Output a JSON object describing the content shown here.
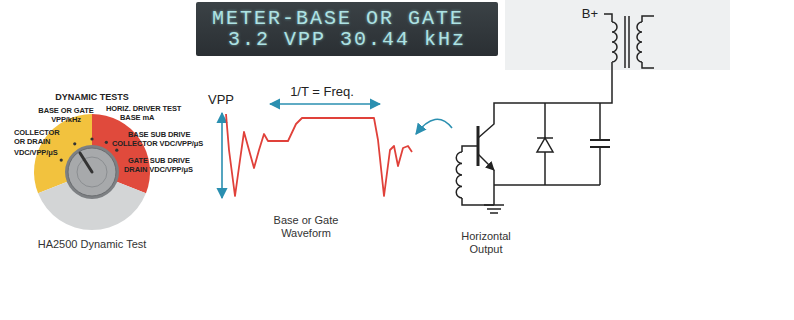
{
  "diagram": {
    "nodes": [
      {
        "text": [
          "METER-BASE OR GATE",
          "3.2 VPP 30.44 kHz"
        ]
      }
    ],
    "labels": [
      "DYNAMIC TESTS",
      "BASE OR GATE",
      "VPP/kHz",
      "COLLECTOR OR DRAIN",
      "VDC/VPP/μS",
      "HORIZ. DRIVER TEST",
      "BASE mA",
      "BASE SUB DRIVE",
      "COLLECTOR VDC/VPP/μS",
      "GATE SUB DRIVE",
      "DRAIN VDC/VPP/μS",
      "HA2500 Dynamic Test",
      "VPP",
      "1/T = Freq.",
      "Base or Gate Waveform",
      "B+",
      "Horizontal Output"
    ]
  }
}
